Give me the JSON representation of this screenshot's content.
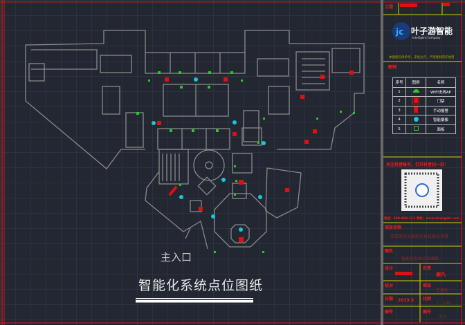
{
  "drawing": {
    "title": "智能化系统点位图纸",
    "entrance_label": "主入口"
  },
  "title_block": {
    "logo_name": "叶子游智能",
    "logo_sub": "Intelligent Company",
    "top_tag": "工程",
    "note": "本图纸仅供参考，未经允许，严禁复制或作他用",
    "legend_heading": "图例",
    "legend": {
      "headers": [
        "序号",
        "图例",
        "名称"
      ],
      "rows": [
        {
          "no": "1",
          "icon": "wifi-ap-icon",
          "color": "#22cc22",
          "name": "WIFI无线AP"
        },
        {
          "no": "2",
          "icon": "door-access-icon",
          "color": "#e01010",
          "name": "门禁"
        },
        {
          "no": "3",
          "icon": "alarm-button-icon",
          "color": "#e01010",
          "name": "手动报警"
        },
        {
          "no": "4",
          "icon": "camera-icon",
          "color": "#18c8d8",
          "name": "智能摄像"
        },
        {
          "no": "5",
          "icon": "panel-icon",
          "color": "#22cc22",
          "name": "面板"
        }
      ]
    },
    "qr_caption": "关注抖音账号，打开抖音扫一扫：",
    "contact": "电话：400-888-111  网址：www.zhongzhi.com",
    "project_label": "项目名称",
    "project_name": "南京某足浴智能化系统建设项目",
    "drawing_label": "图名",
    "drawing_name": "智能化系统点位图纸",
    "designer_label": "设计",
    "designer_value": "",
    "owner_label": "负责",
    "owner_value": "谢凡",
    "check_label": "校对",
    "approve_label": "审核",
    "approve_value": "王德轮",
    "date_label": "日期",
    "date_value": "2019.5",
    "scale_label": "比例",
    "scale_value": "1：100",
    "sheet_label": "图号",
    "sheet_label2": "图号",
    "sheet_value": "201"
  }
}
